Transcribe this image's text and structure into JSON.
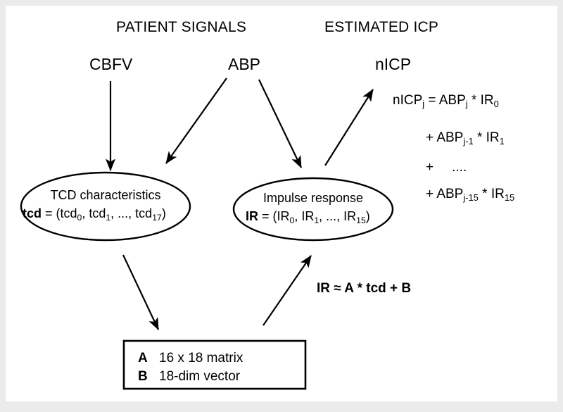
{
  "figure": {
    "background_color": "#ebebeb",
    "canvas_color": "#ffffff",
    "stroke_color": "#000000"
  },
  "headers": {
    "left": "PATIENT SIGNALS",
    "right": "ESTIMATED  ICP"
  },
  "signals": {
    "cbfv": "CBFV",
    "abp": "ABP",
    "nicp": "nICP"
  },
  "ellipse_left": {
    "title": "TCD characteristics",
    "vector_name": "tcd",
    "vector_eq": " = (tcd",
    "sub0": "0",
    "mid1": ", tcd",
    "sub1": "1",
    "mid2": ", ..., tcd",
    "sub_last": "17",
    "close": ")"
  },
  "ellipse_right": {
    "title": "Impulse response",
    "vector_name": "IR",
    "vector_eq": " = (IR",
    "sub0": "0",
    "mid1": ", IR",
    "sub1": "1",
    "mid2": ", ..., IR",
    "sub_last": "15",
    "close": ")"
  },
  "equation": {
    "line1": {
      "lhs": "nICP",
      "lhs_sub": "j",
      "eq": " =  ABP",
      "rhs_sub": "j",
      "mul": " * IR",
      "ir_sub": "0"
    },
    "line2": {
      "plus": "+  ABP",
      "abp_sub": "j-1",
      "mul": " * IR",
      "ir_sub": "1"
    },
    "line3": {
      "plus": "+",
      "dots": "...."
    },
    "line4": {
      "plus": "+  ABP",
      "abp_sub": "j-15",
      "mul": " * IR",
      "ir_sub": "15"
    }
  },
  "formula": {
    "text": "IR  ≈  A * tcd  +  B"
  },
  "matrix_box": {
    "rows": [
      {
        "symbol": "A",
        "description": "16 x 18 matrix"
      },
      {
        "symbol": "B",
        "description": "18-dim vector"
      }
    ]
  },
  "arrows": {
    "cbfv_to_tcd": "arrow-down",
    "abp_to_tcd": "arrow-down-left",
    "abp_to_ir": "arrow-down-right",
    "ir_to_nicp": "arrow-up-right",
    "tcd_to_box": "arrow-down-right",
    "box_to_ir": "arrow-up-right"
  }
}
